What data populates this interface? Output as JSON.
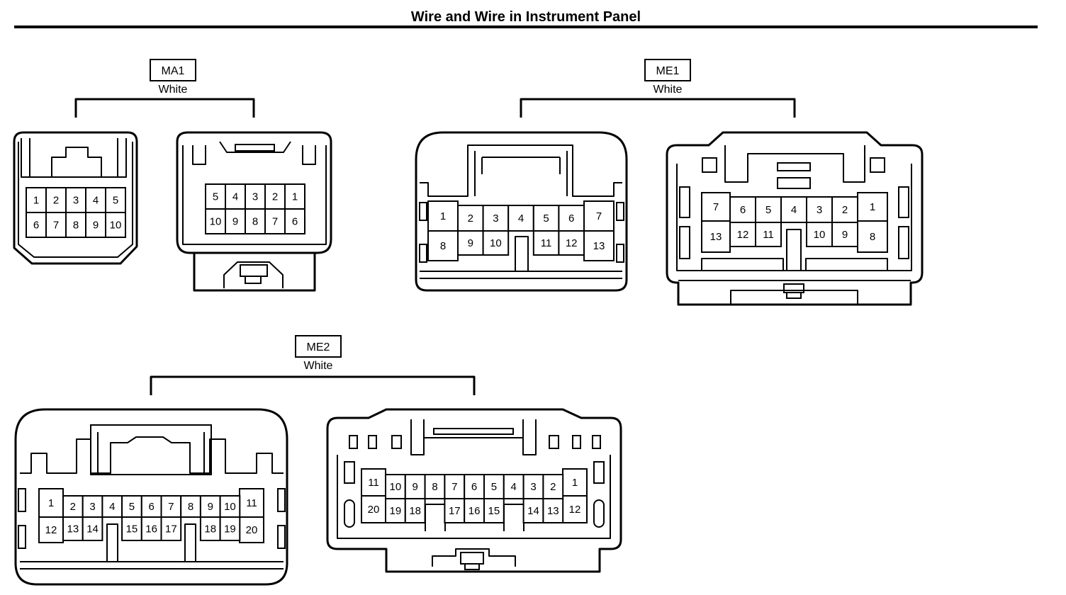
{
  "title": "Wire and Wire in Instrument Panel",
  "connectors": [
    {
      "id": "MA1",
      "color": "White",
      "female": {
        "rows": [
          [
            "1",
            "2",
            "3",
            "4",
            "5"
          ],
          [
            "6",
            "7",
            "8",
            "9",
            "10"
          ]
        ]
      },
      "male": {
        "rows": [
          [
            "5",
            "4",
            "3",
            "2",
            "1"
          ],
          [
            "10",
            "9",
            "8",
            "7",
            "6"
          ]
        ]
      }
    },
    {
      "id": "ME1",
      "color": "White",
      "female": {
        "left": [
          "1",
          "8"
        ],
        "right": [
          "7",
          "13"
        ],
        "top": [
          "2",
          "3",
          "4",
          "5",
          "6"
        ],
        "bottom": [
          "9",
          "10",
          "",
          "11",
          "12"
        ]
      },
      "male": {
        "left": [
          "7",
          "13"
        ],
        "right": [
          "1",
          "8"
        ],
        "top": [
          "6",
          "5",
          "4",
          "3",
          "2"
        ],
        "bottom": [
          "12",
          "11",
          "",
          "10",
          "9"
        ]
      }
    },
    {
      "id": "ME2",
      "color": "White",
      "female": {
        "left": [
          "1",
          "12"
        ],
        "right": [
          "11",
          "20"
        ],
        "top": [
          "2",
          "3",
          "4",
          "5",
          "6",
          "7",
          "8",
          "9",
          "10"
        ],
        "bottom": [
          "13",
          "14",
          "",
          "15",
          "16",
          "17",
          "",
          "18",
          "19"
        ]
      },
      "male": {
        "left": [
          "11",
          "20"
        ],
        "right": [
          "1",
          "12"
        ],
        "top": [
          "10",
          "9",
          "8",
          "7",
          "6",
          "5",
          "4",
          "3",
          "2"
        ],
        "bottom": [
          "19",
          "18",
          "",
          "17",
          "16",
          "15",
          "",
          "14",
          "13"
        ]
      }
    }
  ]
}
